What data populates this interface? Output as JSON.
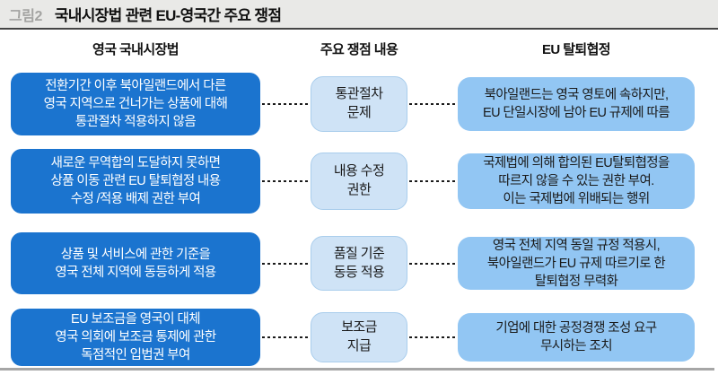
{
  "figure": {
    "label": "그림2",
    "title": "국내시장법 관련 EU-영국간 주요 쟁점"
  },
  "columns": {
    "left": "영국 국내시장법",
    "middle": "주요 쟁점 내용",
    "right": "EU 탈퇴협정"
  },
  "rows": [
    {
      "uk_law": "전환기간 이후 북아일랜드에서 다른\n영국 지역으로 건너가는 상품에 대해\n통관절차 적용하지 않음",
      "issue": "통관절차\n문제",
      "eu_agreement": "북아일랜드는 영국 영토에 속하지만,\nEU 단일시장에 남아 EU 규제에 따름"
    },
    {
      "uk_law": "새로운 무역합의 도달하지 못하면\n상품 이동 관련 EU 탈퇴협정 내용\n수정 /적용 배제 권한 부여",
      "issue": "내용 수정\n권한",
      "eu_agreement": "국제법에 의해 합의된 EU탈퇴협정을\n따르지 않을 수 있는 권한 부여.\n이는 국제법에 위배되는 행위"
    },
    {
      "uk_law": "상품 및 서비스에 관한 기준을\n영국 전체 지역에 동등하게 적용",
      "issue": "품질 기준\n동등 적용",
      "eu_agreement": "영국 전체 지역 동일 규정 적용시,\n북아일랜드가 EU 규제 따르기로 한\n탈퇴협정 무력화"
    },
    {
      "uk_law": "EU 보조금을 영국이 대체\n영국 의회에 보조금 통제에 관한\n독점적인 입법권 부여",
      "issue": "보조금\n지급",
      "eu_agreement": "기업에 대한 공정경쟁 조성 요구\n무시하는 조치"
    }
  ],
  "colors": {
    "uk_law_box": "#1b74cf",
    "issue_box_fill": "#cfe3f6",
    "issue_box_border": "#a9cdec",
    "eu_box": "#92c6f3",
    "title_band": "#e9e9e7",
    "connector": "#1a1a1a"
  }
}
